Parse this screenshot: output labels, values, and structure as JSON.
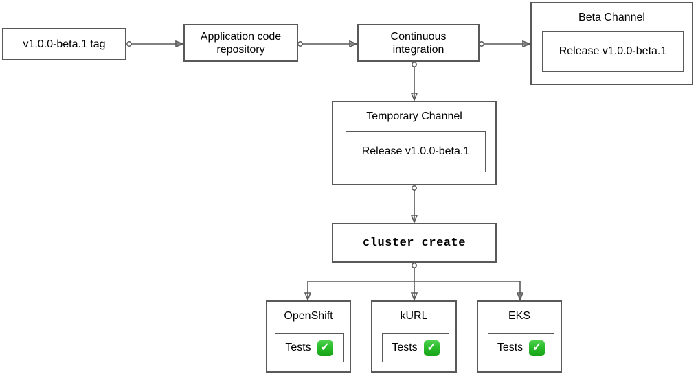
{
  "nodes": {
    "tag": {
      "label": "v1.0.0-beta.1 tag"
    },
    "repo": {
      "label": "Application code repository"
    },
    "ci": {
      "label": "Continuous integration"
    },
    "beta_channel": {
      "title": "Beta Channel",
      "release": "Release v1.0.0-beta.1"
    },
    "temp_channel": {
      "title": "Temporary Channel",
      "release": "Release v1.0.0-beta.1"
    },
    "cluster_create": {
      "label": "cluster create"
    }
  },
  "clusters": [
    {
      "title": "OpenShift",
      "tests_label": "Tests",
      "status": "passed"
    },
    {
      "title": "kURL",
      "tests_label": "Tests",
      "status": "passed"
    },
    {
      "title": "EKS",
      "tests_label": "Tests",
      "status": "passed"
    }
  ],
  "icons": {
    "check": "✓"
  },
  "colors": {
    "border": "#595959",
    "connector": "#595959",
    "background": "#ffffff",
    "text": "#000000",
    "check_green": "#2bbb2b",
    "check_mark": "#ffffff"
  }
}
